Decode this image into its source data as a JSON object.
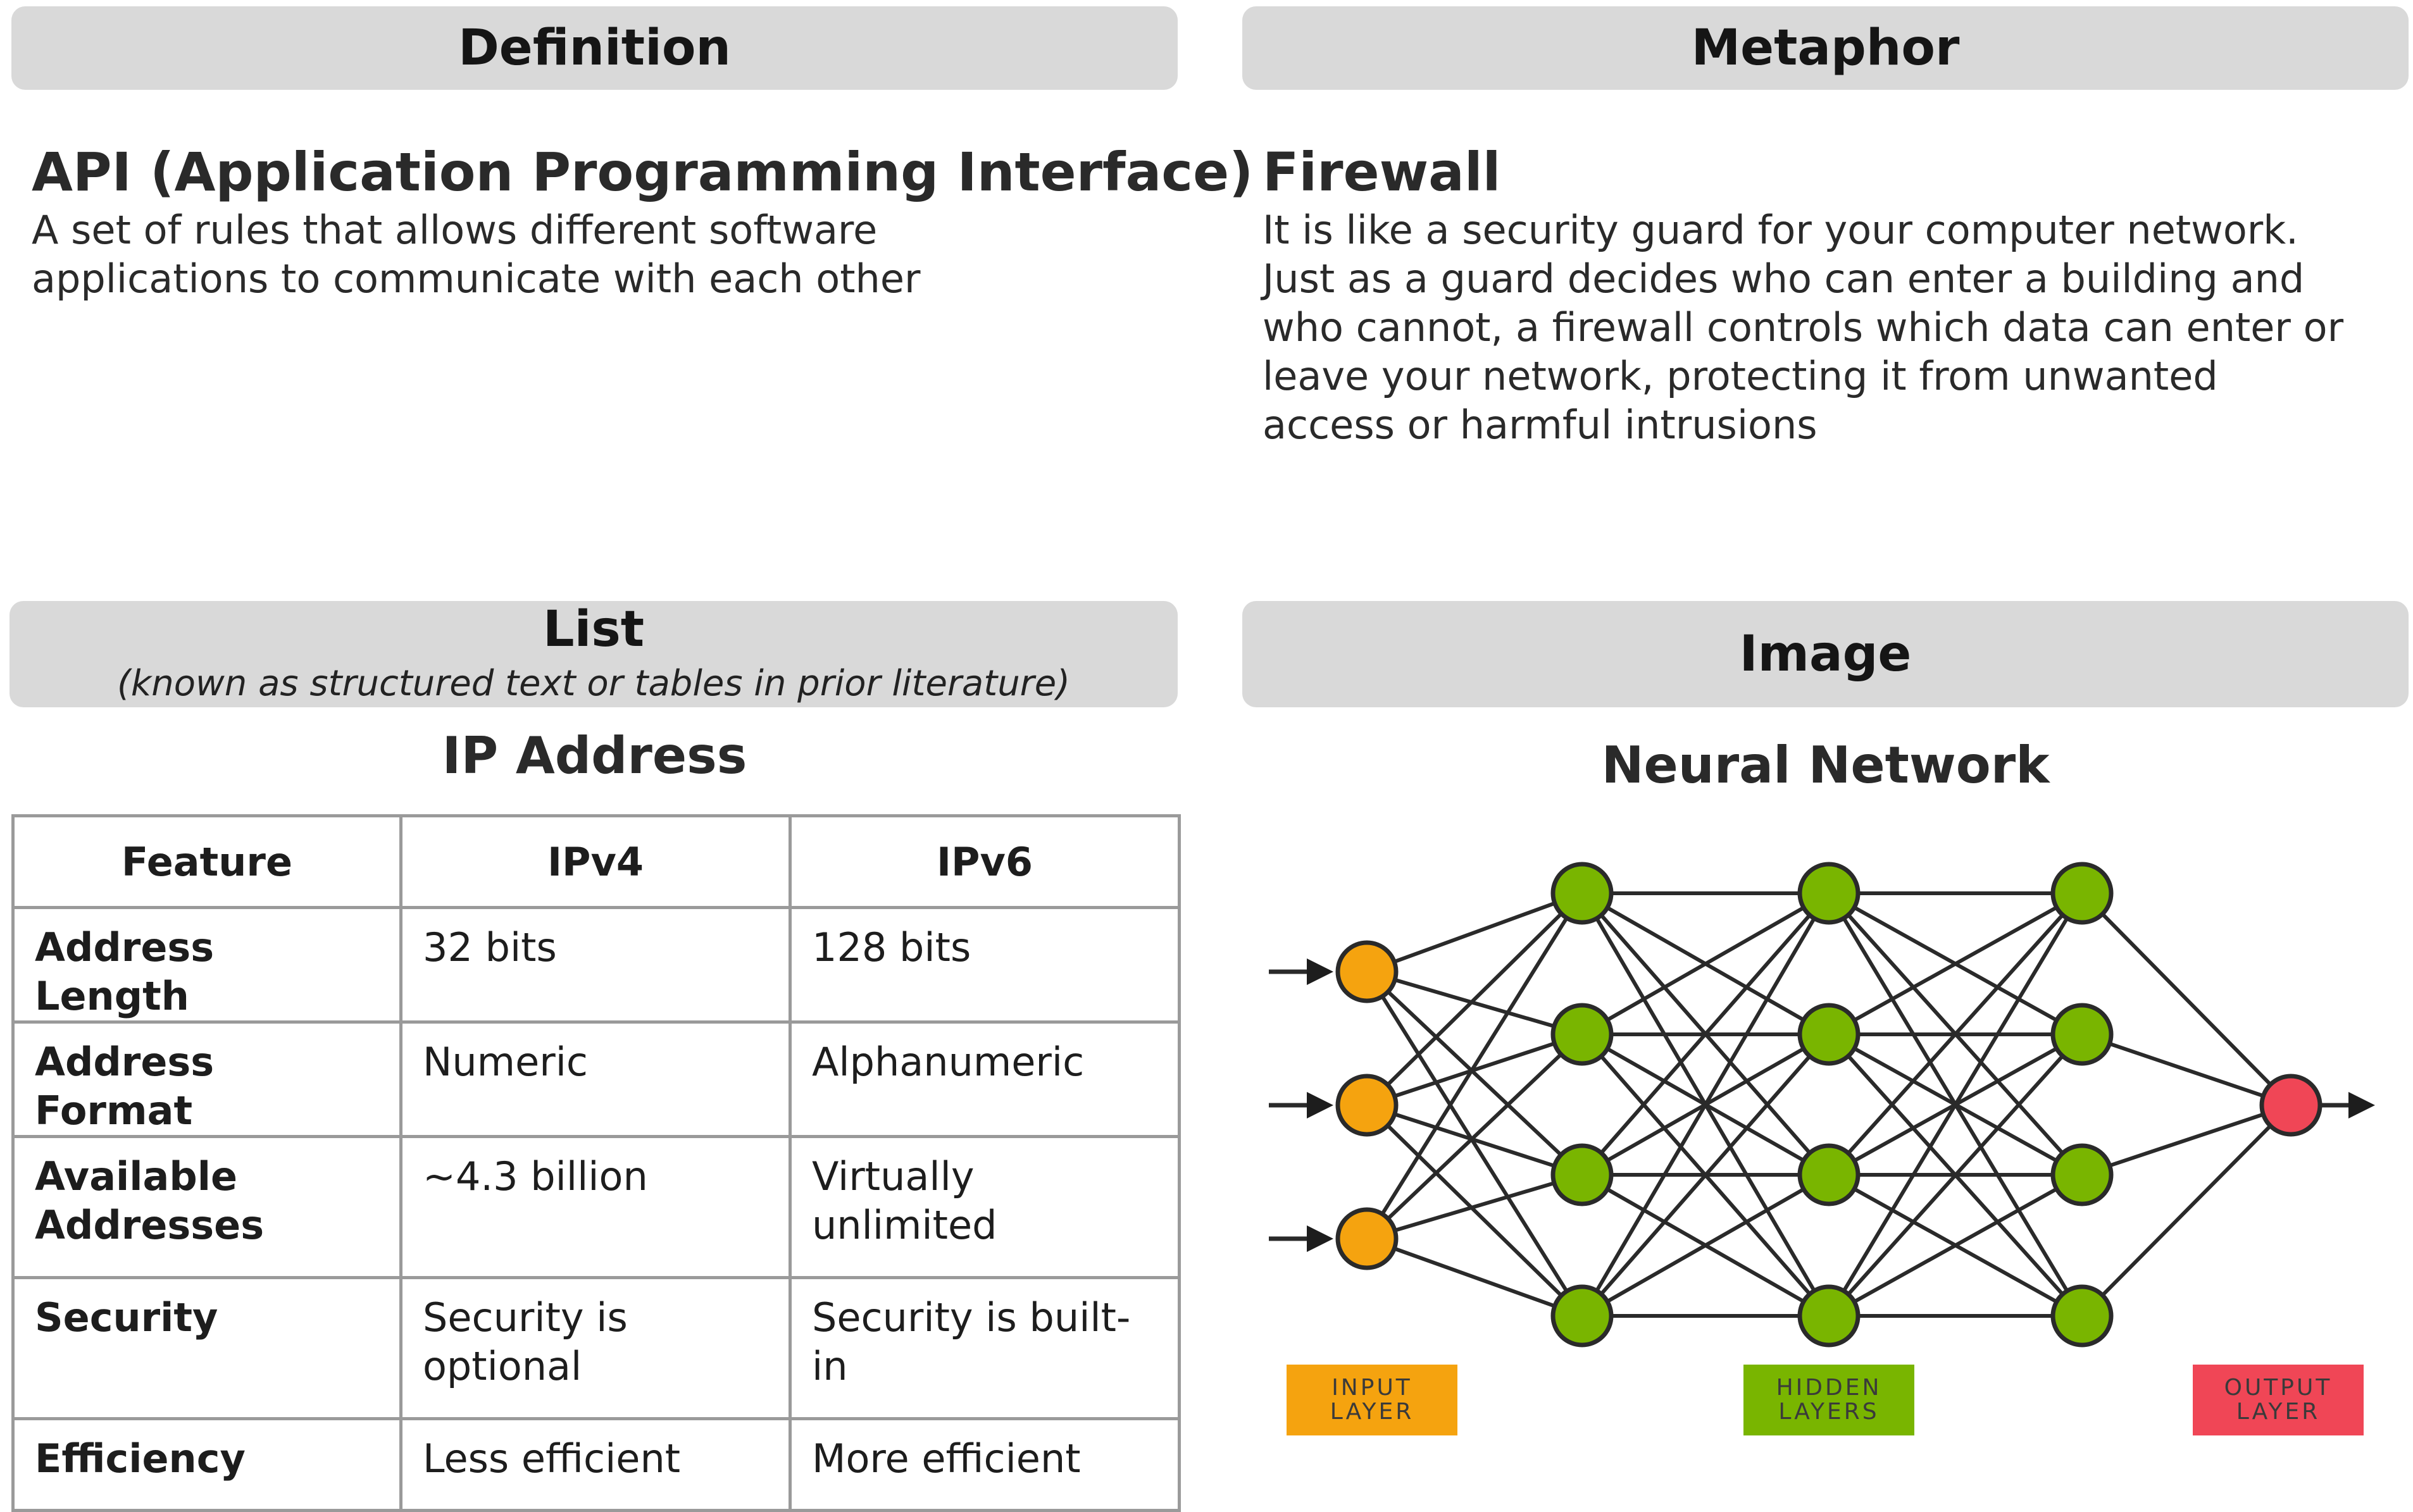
{
  "definition": {
    "header": "Definition",
    "term": "API (Application Programming Interface)",
    "text": "A set of rules that allows different software\napplications to communicate with each other"
  },
  "metaphor": {
    "header": "Metaphor",
    "term": "Firewall",
    "text": "It is like a security guard for your computer network.\nJust as a guard decides who can enter a building and\nwho cannot, a firewall controls which data can enter or\nleave your network, protecting it from unwanted\naccess or harmful intrusions"
  },
  "list": {
    "header": "List",
    "subheader": "(known as structured text or tables in prior literature)",
    "title": "IP Address",
    "columns": [
      "Feature",
      "IPv4",
      "IPv6"
    ],
    "rows": [
      [
        "Address Length",
        "32 bits",
        "128 bits"
      ],
      [
        "Address Format",
        "Numeric",
        "Alphanumeric"
      ],
      [
        "Available Addresses",
        "~4.3 billion",
        "Virtually unlimited"
      ],
      [
        "Security",
        "Security is optional",
        "Security is built-in"
      ],
      [
        "Efficiency",
        "Less efficient",
        "More efficient"
      ]
    ]
  },
  "image": {
    "header": "Image",
    "title": "Neural Network",
    "layers": {
      "input": {
        "label": "INPUT\nLAYER",
        "nodes": 3,
        "color": "#f5a30f"
      },
      "hidden": {
        "label": "HIDDEN\nLAYERS",
        "layers": 3,
        "nodes_per_layer": 4,
        "color": "#79b500"
      },
      "output": {
        "label": "OUTPUT\nLAYER",
        "nodes": 1,
        "color": "#f04656"
      }
    }
  }
}
